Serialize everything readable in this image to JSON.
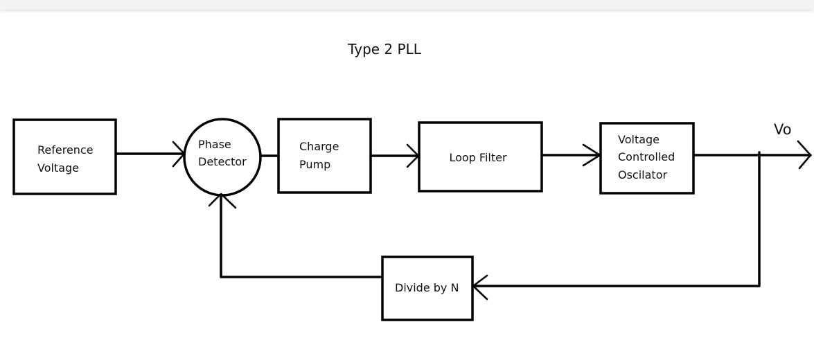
{
  "title": "Type 2 PLL",
  "blocks": {
    "reference": {
      "line1": "Reference",
      "line2": "Voltage"
    },
    "phase_detector": {
      "line1": "Phase",
      "line2": "Detector"
    },
    "charge_pump": {
      "line1": "Charge",
      "line2": "Pump"
    },
    "loop_filter": {
      "line1": "Loop Filter"
    },
    "vco": {
      "line1": "Voltage",
      "line2": "Controlled",
      "line3": "Oscilator"
    },
    "divider": {
      "line1": "Divide by N"
    }
  },
  "output_label": "Vo"
}
